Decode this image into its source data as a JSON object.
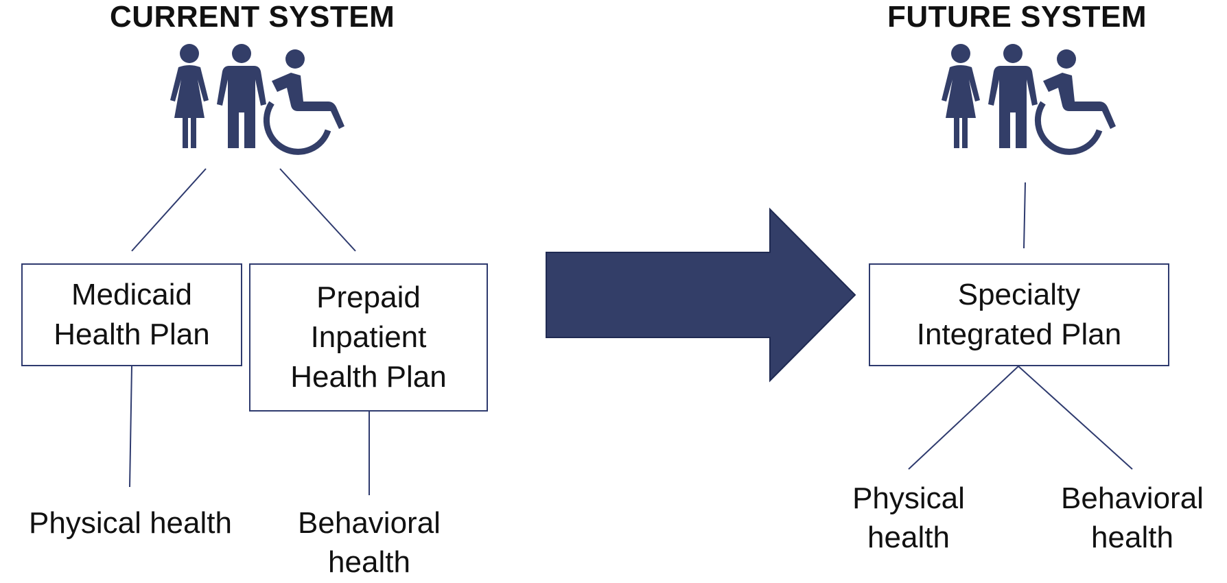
{
  "colors": {
    "accent": "#333e68",
    "line": "#2e3a6e"
  },
  "icons": [
    "woman-icon",
    "man-icon",
    "wheelchair-icon"
  ],
  "current": {
    "title": "CURRENT SYSTEM",
    "plans": [
      {
        "lines": [
          "Medicaid",
          "Health Plan"
        ],
        "leaf": [
          "Physical health"
        ]
      },
      {
        "lines": [
          "Prepaid",
          "Inpatient",
          "Health Plan"
        ],
        "leaf": [
          "Behavioral",
          "health"
        ]
      }
    ]
  },
  "future": {
    "title": "FUTURE SYSTEM",
    "plan": {
      "lines": [
        "Specialty",
        "Integrated Plan"
      ]
    },
    "leaves": [
      {
        "lines": [
          "Physical",
          "health"
        ]
      },
      {
        "lines": [
          "Behavioral",
          "health"
        ]
      }
    ]
  }
}
